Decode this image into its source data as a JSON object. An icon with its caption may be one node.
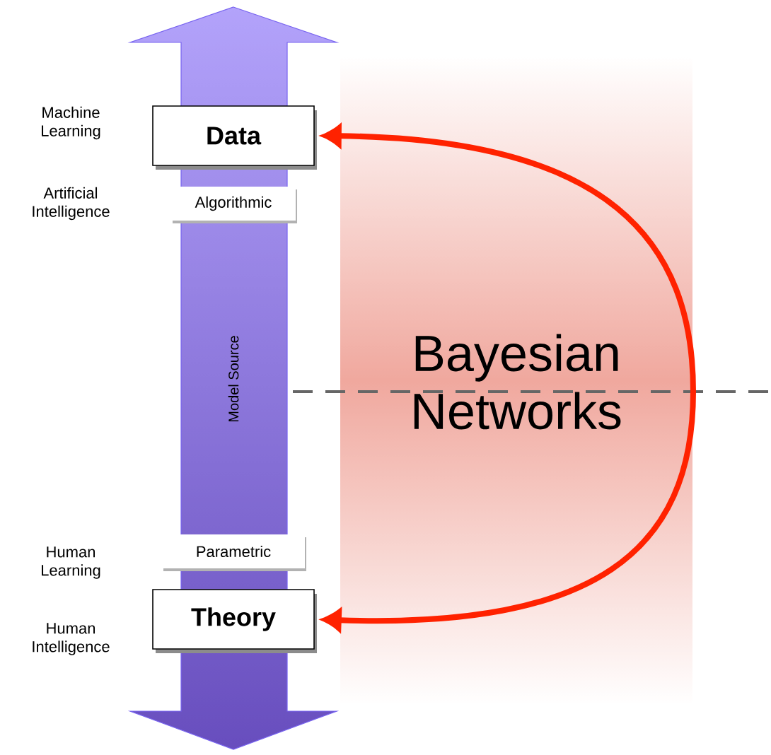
{
  "diagram": {
    "nodes": [
      {
        "text": [
          "Data"
        ]
      },
      {
        "text": [
          "Algorithmic"
        ]
      },
      {
        "text": [
          "Parametric"
        ]
      },
      {
        "text": [
          "Theory"
        ]
      },
      {
        "text": [
          "Bayesian Networks"
        ]
      }
    ],
    "edges": [
      {
        "from": 0,
        "to": 3,
        "arrow": "both",
        "color": "#ff2200"
      }
    ],
    "labels": [
      "Machine Learning",
      "Artificial Intelligence",
      "Model Source",
      "Human Learning",
      "Human Intelligence"
    ]
  }
}
